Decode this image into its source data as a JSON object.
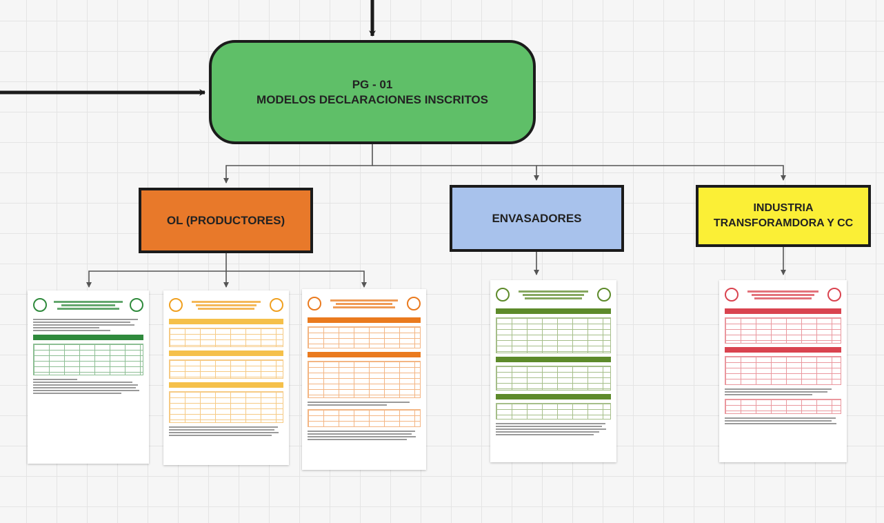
{
  "diagram": {
    "root": {
      "code": "PG - 01",
      "title": "MODELOS DECLARACIONES INSCRITOS"
    },
    "categories": [
      {
        "label": "OL (PRODUCTORES)",
        "color": "#e8792a"
      },
      {
        "label": "ENVASADORES",
        "color": "#a8c2ec"
      },
      {
        "label_line1": "INDUSTRIA",
        "label_line2": "TRANSFORAMDORA Y CC",
        "color": "#fbef36"
      }
    ],
    "root_color": "#5fbf68",
    "documents": [
      {
        "group": "OL (PRODUCTORES)",
        "accent": "#2f8a3c",
        "description": "form-thumbnail-green-header"
      },
      {
        "group": "OL (PRODUCTORES)",
        "accent": "#f0a020",
        "description": "form-thumbnail-orange-yellow"
      },
      {
        "group": "OL (PRODUCTORES)",
        "accent": "#ea7a1e",
        "description": "form-thumbnail-orange"
      },
      {
        "group": "ENVASADORES",
        "accent": "#5d8a2a",
        "description": "form-thumbnail-olive-green"
      },
      {
        "group": "INDUSTRIA TRANSFORAMDORA Y CC",
        "accent": "#d9434f",
        "description": "form-thumbnail-red"
      }
    ]
  }
}
